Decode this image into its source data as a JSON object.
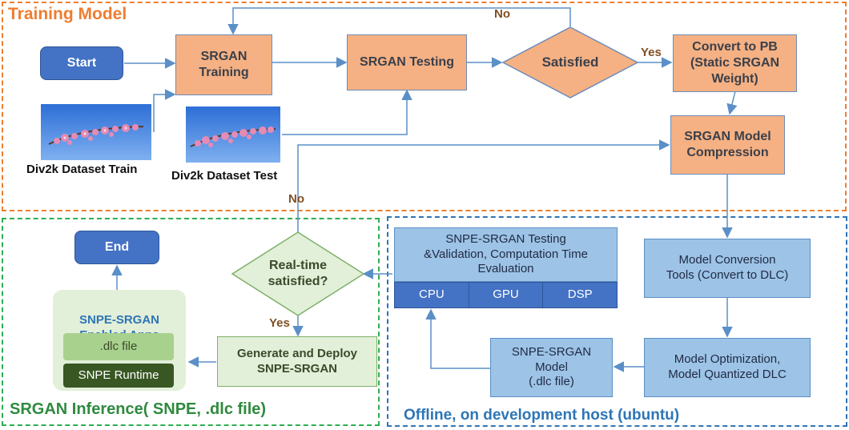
{
  "sections": {
    "training": "Training Model",
    "inference": "SRGAN Inference( SNPE, .dlc file)",
    "offline": "Offline, on development host (ubuntu)"
  },
  "nodes": {
    "start": "Start",
    "srgan_training": "SRGAN\nTraining",
    "srgan_testing": "SRGAN Testing",
    "satisfied": "Satisfied",
    "convert_pb": "Convert to PB\n(Static SRGAN\nWeight)",
    "model_compression": "SRGAN Model\nCompression",
    "model_conversion": "Model Conversion\nTools (Convert to DLC)",
    "model_optimization": "Model Optimization,\nModel Quantized DLC",
    "snpe_model": "SNPE-SRGAN\nModel\n(.dlc file)",
    "snpe_testing": "SNPE-SRGAN Testing\n&Validation, Computation Time\nEvaluation",
    "realtime": "Real-time\nsatisfied?",
    "generate_deploy": "Generate and Deploy\nSNPE-SRGAN",
    "enabled_apps": "SNPE-SRGAN\nEnabled Apps",
    "dlc_file": ".dlc file",
    "snpe_runtime": "SNPE Runtime",
    "end": "End"
  },
  "processors": [
    "CPU",
    "GPU",
    "DSP"
  ],
  "edge_labels": {
    "no_top": "No",
    "yes_right": "Yes",
    "no_left": "No",
    "yes_down": "Yes"
  },
  "images": {
    "train": "Div2k Dataset Train",
    "test": "Div2k Dataset Test"
  },
  "colors": {
    "training_frame": "#ed7d31",
    "inference_frame": "#2eae4f",
    "offline_frame": "#2e75b6",
    "orange_box": "#f5b183",
    "blue_box": "#9dc3e6",
    "dark_blue": "#4472c4",
    "arrow": "#5b8fc7"
  }
}
